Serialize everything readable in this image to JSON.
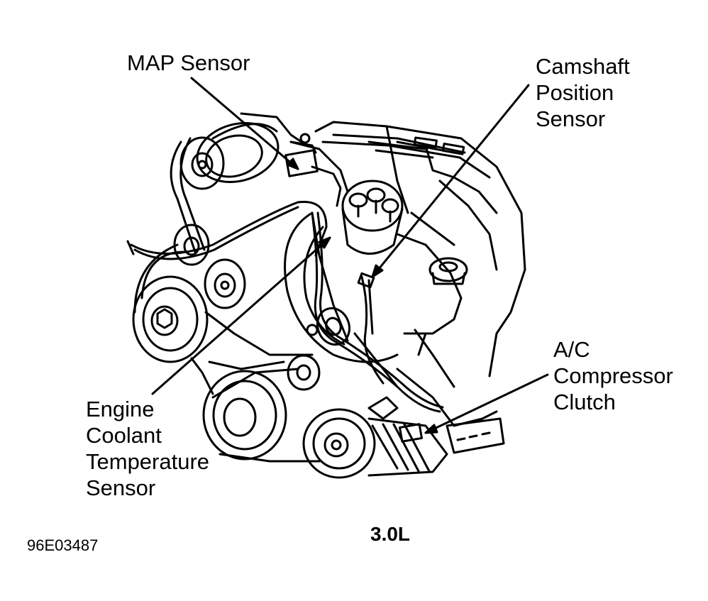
{
  "labels": {
    "map_sensor": [
      "MAP Sensor"
    ],
    "camshaft_sensor": [
      "Camshaft",
      "Position",
      "Sensor"
    ],
    "coolant_sensor": [
      "Engine",
      "Coolant",
      "Temperature",
      "Sensor"
    ],
    "ac_clutch": [
      "A/C",
      "Compressor",
      "Clutch"
    ]
  },
  "caption": "3.0L",
  "figure_code": "96E03487",
  "colors": {
    "ink": "#000000",
    "paper": "#ffffff"
  }
}
